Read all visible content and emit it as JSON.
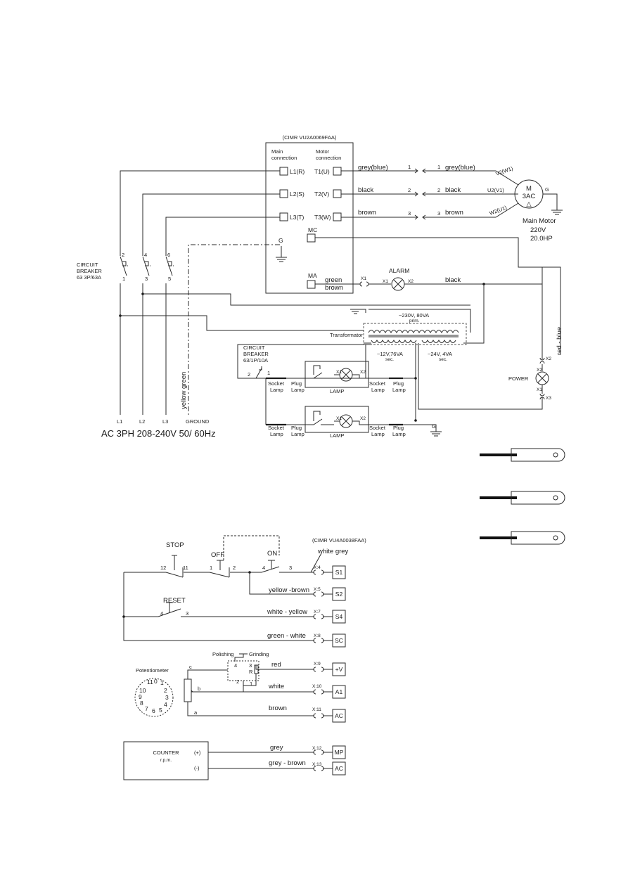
{
  "inverter": {
    "model": "(CIMR VU2A0069FAA)",
    "main_connection": [
      "Main",
      "connection"
    ],
    "motor_connection": [
      "Motor",
      "connection"
    ],
    "terminals_in": [
      "L1(R)",
      "L2(S)",
      "L3(T)"
    ],
    "terminals_out": [
      "T1(U)",
      "T2(V)",
      "T3(W)"
    ],
    "mc": "MC",
    "g": "G",
    "ma": "MA"
  },
  "motor_wires": [
    {
      "color_left": "grey(blue)",
      "n1": "1",
      "n2": "1",
      "color_right": "grey(blue)",
      "motor_term": "V2(W1)"
    },
    {
      "color_left": "black",
      "n1": "2",
      "n2": "2",
      "color_right": "black",
      "motor_term": "U2(V1)"
    },
    {
      "color_left": "brown",
      "n1": "3",
      "n2": "3",
      "color_right": "brown",
      "motor_term": "W2(U1)"
    }
  ],
  "motor": {
    "m": "M",
    "ac": "3AC",
    "delta": "△",
    "g": "G",
    "name": "Main Motor",
    "voltage": "220V",
    "power": "20.0HP"
  },
  "breaker_main": {
    "label": [
      "CIRCUIT",
      "BREAKER",
      "63 3P/63A"
    ],
    "top": [
      "2",
      "4",
      "6"
    ],
    "bottom": [
      "1",
      "3",
      "5"
    ]
  },
  "alarm": {
    "wire_left1": "green",
    "wire_left2": "brown",
    "x1a": "X1",
    "x1": "X1",
    "x2": "X2",
    "name": "ALARM",
    "wire_right": "black"
  },
  "transformer": {
    "label": "Transformator",
    "prim": [
      "~230V, 80VA",
      "prim."
    ],
    "sec1": [
      "~12V,76VA",
      "sec."
    ],
    "sec2": [
      "~24V, 4VA",
      "sec."
    ]
  },
  "breaker_small": {
    "label": [
      "CIRCUIT",
      "BREAKER",
      "63/1P/10A"
    ],
    "n2": "2",
    "n1": "1"
  },
  "lamp": {
    "name": "LAMP",
    "x1": "X1",
    "x2": "X2",
    "socket": [
      "Socket",
      "Lamp"
    ],
    "plug": [
      "Plug",
      "Lamp"
    ]
  },
  "power": {
    "name": "POWER",
    "x2a": "X2",
    "x2": "X2",
    "x1": "X1",
    "x3": "X3",
    "wire": "red - blue"
  },
  "supply": {
    "l1": "L1",
    "l2": "L2",
    "l3": "L3",
    "ground": "GROUND",
    "wire_ground": "yellow green",
    "spec": "AC 3PH 208-240V 50/ 60Hz",
    "g": "G"
  },
  "control": {
    "model": "(CIMR VU4A0038FAA)",
    "stop": "STOP",
    "stop_n": [
      "12",
      "11"
    ],
    "off": "OFF",
    "off_n": [
      "1",
      "2"
    ],
    "on": "ON",
    "on_n": [
      "4",
      "3"
    ],
    "reset": "RESET",
    "reset_n": [
      "4",
      "3"
    ],
    "rows": [
      {
        "wire": "white  grey",
        "x": "X:4",
        "term": "S1"
      },
      {
        "wire": "yellow -brown",
        "x": "X:5",
        "term": "S2"
      },
      {
        "wire": "white - yellow",
        "x": "X:7",
        "term": "S4"
      },
      {
        "wire": "green - white",
        "x": "X:8",
        "term": "SC"
      }
    ]
  },
  "pot": {
    "name": "Potentiometer",
    "dial": [
      "11",
      "0",
      "1",
      "2",
      "3",
      "4",
      "5",
      "6",
      "7",
      "8",
      "9",
      "10"
    ],
    "polishing": "Polishing",
    "grinding": "Grinding",
    "n4": "4",
    "n3": "3",
    "n2": "2",
    "n1": "1",
    "r": "R",
    "c": "c",
    "b": "b",
    "a": "a",
    "rows": [
      {
        "wire": "red",
        "x": "X:9",
        "term": "+V"
      },
      {
        "wire": "white",
        "x": "X:10",
        "term": "A1"
      },
      {
        "wire": "brown",
        "x": "X:11",
        "term": "AC"
      }
    ]
  },
  "counter": {
    "name": "COUNTER",
    "unit": "r.p.m.",
    "plus": "(+)",
    "minus": "(-)",
    "rows": [
      {
        "wire": "grey",
        "x": "X:12",
        "term": "MP"
      },
      {
        "wire": "grey - brown",
        "x": "X:13",
        "term": "AC"
      }
    ]
  }
}
